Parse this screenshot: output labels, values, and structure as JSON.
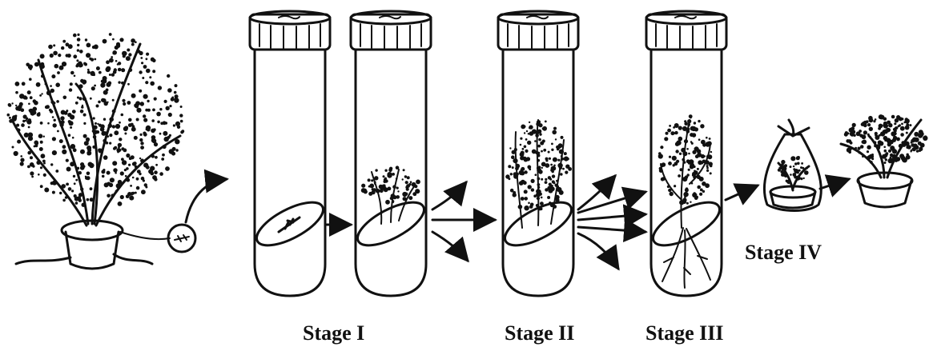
{
  "stages": [
    {
      "label": "Stage I"
    },
    {
      "label": "Stage II"
    },
    {
      "label": "Stage III"
    },
    {
      "label": "Stage IV"
    }
  ]
}
